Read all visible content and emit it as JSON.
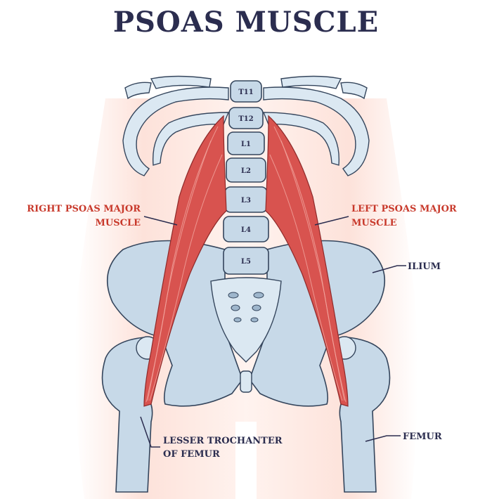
{
  "title": "PSOAS MUSCLE",
  "vertebrae": [
    "T11",
    "T12",
    "L1",
    "L2",
    "L3",
    "L4",
    "L5"
  ],
  "labels": {
    "right_psoas_line1": "RIGHT PSOAS MAJOR",
    "right_psoas_line2": "MUSCLE",
    "left_psoas_line1": "LEFT PSOAS MAJOR",
    "left_psoas_line2": "MUSCLE",
    "ilium": "ILIUM",
    "femur": "FEMUR",
    "lesser_trochanter_line1": "LESSER TROCHANTER",
    "lesser_trochanter_line2": "OF FEMUR"
  },
  "colors": {
    "title": "#2b2d4f",
    "muscle_label": "#c8392b",
    "bone": "#c7d9e8",
    "muscle": "#d8534f",
    "skin": "#fde3dc"
  }
}
